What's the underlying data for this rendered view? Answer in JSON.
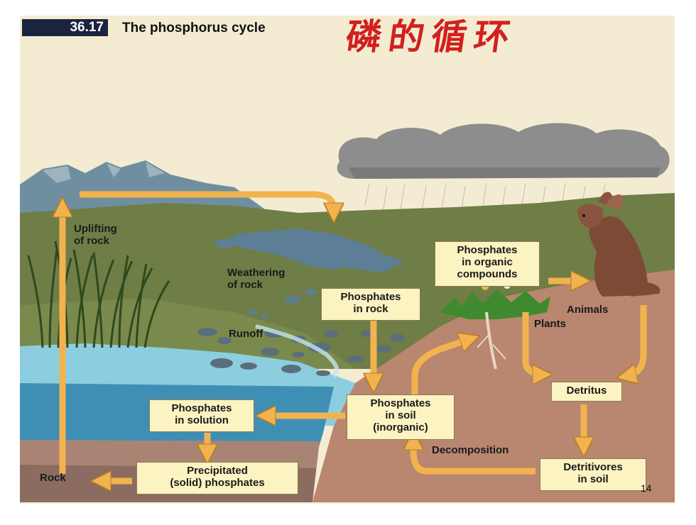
{
  "figure": {
    "number": "36.17",
    "title": "The phosphorus cycle",
    "handwritten_title": "磷的循环",
    "page_number": "14"
  },
  "labels": {
    "uplifting": "Uplifting\nof rock",
    "weathering": "Weathering\nof rock",
    "runoff": "Runoff",
    "animals": "Animals",
    "plants": "Plants",
    "decomposition": "Decomposition",
    "rock": "Rock"
  },
  "boxes": {
    "organic": "Phosphates\nin organic\ncompounds",
    "in_rock": "Phosphates\nin rock",
    "in_soil": "Phosphates\nin soil\n(inorganic)",
    "in_solution": "Phosphates\nin solution",
    "precipitated": "Precipitated\n(solid) phosphates",
    "detritus": "Detritus",
    "detritivores": "Detritivores\nin soil"
  },
  "colors": {
    "sky": "#f3ecd2",
    "land": "#6f7d46",
    "soil": "#b98670",
    "water": "#8ccde0",
    "deep_water": "#3f8fb5",
    "arrow": "#f2b34e",
    "cloud": "#8d8d8d",
    "mountain": "#6f8fa0"
  },
  "icons": [
    "mountain-icon",
    "cloud-icon",
    "rabbit-icon",
    "dandelion-icon",
    "reeds-icon",
    "rock-icon"
  ]
}
